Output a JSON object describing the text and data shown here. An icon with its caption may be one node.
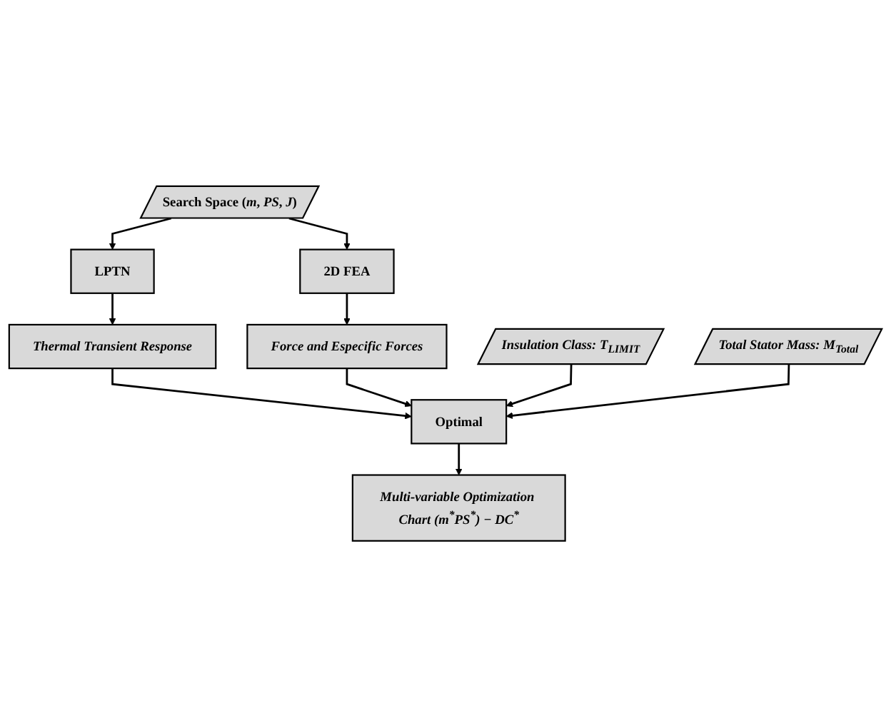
{
  "diagram": {
    "nodes": [
      {
        "text": [
          "Search Space (*m*, *PS*, *J*)"
        ]
      },
      {
        "text": [
          "LPTN"
        ]
      },
      {
        "text": [
          "2D FEA"
        ]
      },
      {
        "text": [
          "Thermal Transient Response"
        ]
      },
      {
        "text": [
          "Force and Especific Forces"
        ]
      },
      {
        "text": [
          "Insulation Class: T$_{LIMIT}$"
        ]
      },
      {
        "text": [
          "Optimal"
        ]
      },
      {
        "text": [
          "Total Stator Mass: M$_{Total}$"
        ]
      },
      {
        "text": [
          "Multi-variable Optimization Chart (m$^{*}$PS$^{*}$) − DC$^{*}$"
        ]
      }
    ],
    "edges": [
      {
        "from": 0,
        "to": 1,
        "arrow": "to"
      },
      {
        "from": 0,
        "to": 2,
        "arrow": "to"
      },
      {
        "from": 1,
        "to": 3,
        "arrow": "to"
      },
      {
        "from": 2,
        "to": 4,
        "arrow": "to"
      },
      {
        "from": 3,
        "to": 6,
        "arrow": "to"
      },
      {
        "from": 4,
        "to": 6,
        "arrow": "to"
      },
      {
        "from": 5,
        "to": 6,
        "arrow": "to"
      },
      {
        "from": 7,
        "to": 6,
        "arrow": "to"
      },
      {
        "from": 6,
        "to": 8,
        "arrow": "to"
      }
    ]
  }
}
